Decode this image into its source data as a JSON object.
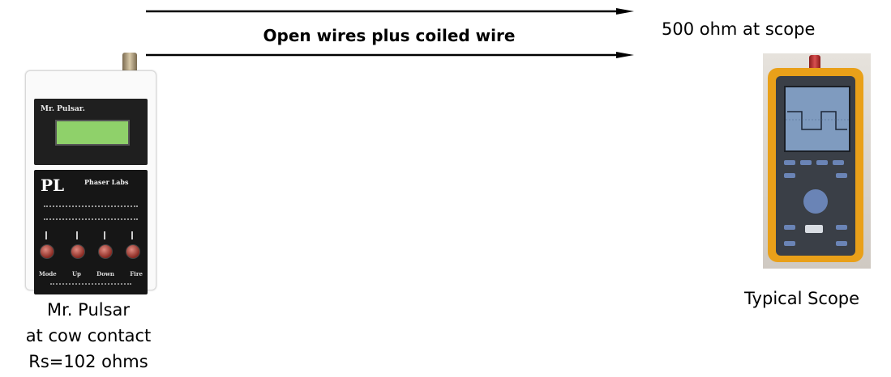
{
  "wire_label": "Open wires plus coiled wire",
  "scope_termination": "500 ohm at scope",
  "device": {
    "caption_lines": [
      "Mr. Pulsar",
      "at cow contact",
      "Rs=102 ohms"
    ],
    "brand": "Mr. Pulsar.",
    "maker_logo": "PL",
    "maker": "Phaser Labs",
    "key_labels": [
      "Mode",
      "Up",
      "Down",
      "Fire"
    ]
  },
  "scope": {
    "caption": "Typical Scope"
  },
  "colors": {
    "scope_case": "#e9a019",
    "lcd": "#8fd16a",
    "wire": "#000000"
  }
}
